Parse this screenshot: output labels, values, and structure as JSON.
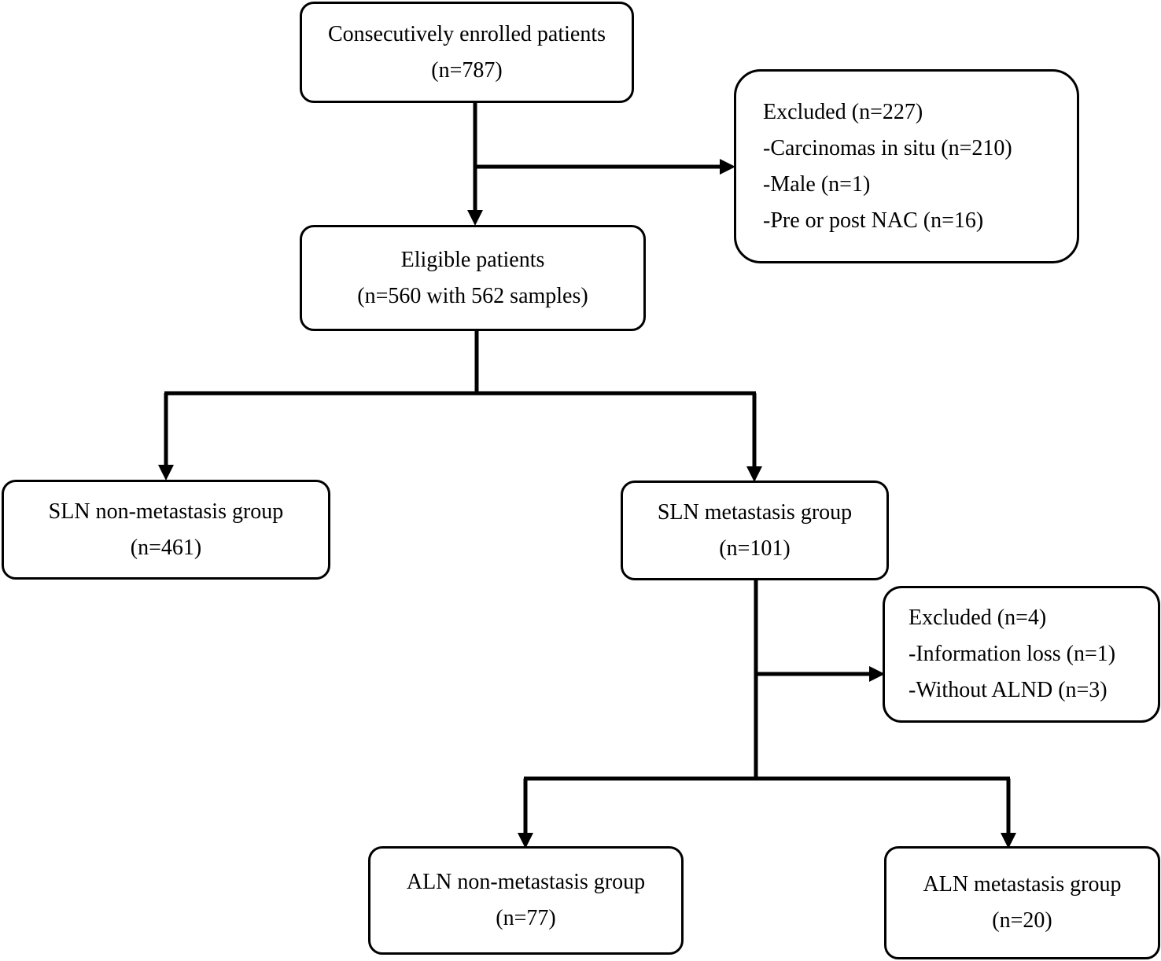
{
  "flowchart": {
    "enrolled": {
      "title": "Consecutively enrolled patients",
      "count": "(n=787)"
    },
    "excluded_1": {
      "title": "Excluded (n=227)",
      "items": [
        "-Carcinomas in situ (n=210)",
        "-Male (n=1)",
        "-Pre or post NAC (n=16)"
      ]
    },
    "eligible": {
      "title": "Eligible patients",
      "count": "(n=560 with 562 samples)"
    },
    "sln_non_metastasis": {
      "title": "SLN non-metastasis group",
      "count": "(n=461)"
    },
    "sln_metastasis": {
      "title": "SLN metastasis group",
      "count": "(n=101)"
    },
    "excluded_2": {
      "title": "Excluded (n=4)",
      "items": [
        "-Information loss (n=1)",
        "-Without ALND (n=3)"
      ]
    },
    "aln_non_metastasis": {
      "title": "ALN non-metastasis group",
      "count": "(n=77)"
    },
    "aln_metastasis": {
      "title": "ALN metastasis group",
      "count": "(n=20)"
    }
  }
}
